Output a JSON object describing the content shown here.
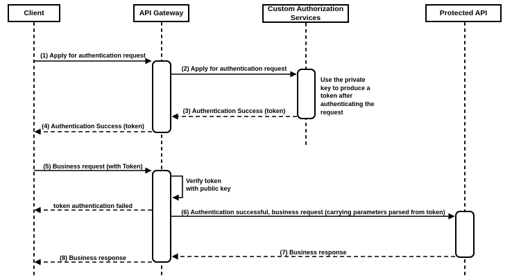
{
  "diagram": {
    "type": "sequence-diagram",
    "colors": {
      "line": "#000000",
      "background": "#ffffff",
      "shape_fill": "#ffffff"
    },
    "actors": [
      {
        "label": "Client"
      },
      {
        "label": "API Gateway"
      },
      {
        "label": "Custom Authorization Services"
      },
      {
        "label": "Protected API"
      }
    ],
    "messages": [
      {
        "label": "(1) Apply for authentication request",
        "style": "solid",
        "from": "Client",
        "to": "API Gateway"
      },
      {
        "label": "(2) Apply for authentication request",
        "style": "solid",
        "from": "API Gateway",
        "to": "Custom Authorization Services"
      },
      {
        "label": "(3) Authentication Success (token)",
        "style": "dashed",
        "from": "Custom Authorization Services",
        "to": "API Gateway"
      },
      {
        "label": "(4) Authentication Success (token)",
        "style": "dashed",
        "from": "API Gateway",
        "to": "Client"
      },
      {
        "label": "(5) Business request (with Token)",
        "style": "solid",
        "from": "Client",
        "to": "API Gateway"
      },
      {
        "label": "Verify token\nwith public key",
        "style": "self",
        "from": "API Gateway",
        "to": "API Gateway"
      },
      {
        "label": "token authentication failed",
        "style": "dashed",
        "from": "API Gateway",
        "to": "Client"
      },
      {
        "label": "(6) Authentication successful, business request (carrying parameters parsed from token)",
        "style": "solid",
        "from": "API Gateway",
        "to": "Protected API"
      },
      {
        "label": "(7) Business response",
        "style": "dashed",
        "from": "Protected API",
        "to": "API Gateway"
      },
      {
        "label": "(8) Business response",
        "style": "dashed",
        "from": "API Gateway",
        "to": "Client"
      }
    ],
    "note": "Use the private key to produce a token after authenticating the request"
  }
}
